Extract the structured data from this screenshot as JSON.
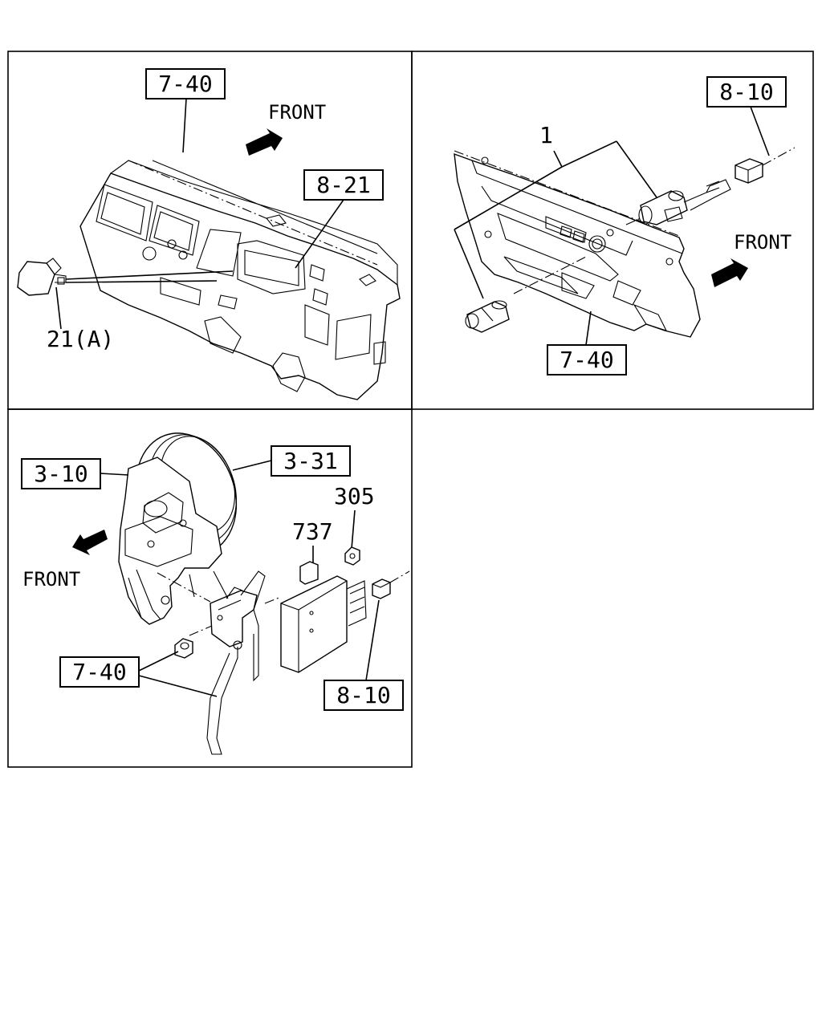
{
  "panels": {
    "top_left": {
      "ref_7_40": "7-40",
      "ref_8_21": "8-21",
      "front": "FRONT",
      "part_21a": "21(A)"
    },
    "top_right": {
      "ref_8_10": "8-10",
      "part_1": "1",
      "front": "FRONT",
      "ref_7_40": "7-40"
    },
    "bottom_left": {
      "ref_3_10": "3-10",
      "ref_3_31": "3-31",
      "part_305": "305",
      "part_737": "737",
      "front": "FRONT",
      "ref_7_40": "7-40",
      "ref_8_10": "8-10"
    }
  }
}
